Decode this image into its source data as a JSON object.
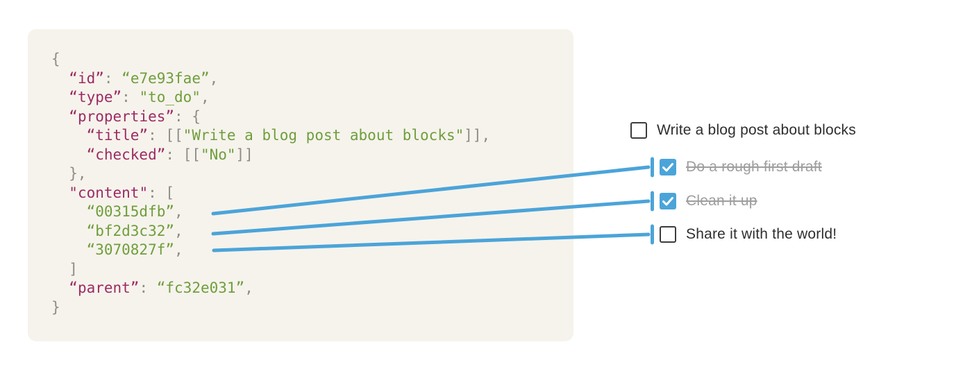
{
  "colors": {
    "page_bg": "#ffffff",
    "code_bg": "#f6f3ec",
    "code_key": "#9c2b63",
    "code_string": "#6f9e3c",
    "code_punctuation": "#8e8c87",
    "connector_blue": "#4ba4d9",
    "checkbox_border": "#3c3c3c",
    "todo_text": "#2e2e2e",
    "todo_struck_text": "#9e9e9e"
  },
  "code_block": {
    "language": "json",
    "lines": [
      [
        [
          "p",
          "{"
        ]
      ],
      [
        [
          "p",
          "  "
        ],
        [
          "k",
          "“id”"
        ],
        [
          "p",
          ": "
        ],
        [
          "s",
          "“e7e93fae”"
        ],
        [
          "p",
          ","
        ]
      ],
      [
        [
          "p",
          "  "
        ],
        [
          "k",
          "“type”"
        ],
        [
          "p",
          ": "
        ],
        [
          "s",
          "\"to_do\""
        ],
        [
          "p",
          ","
        ]
      ],
      [
        [
          "p",
          "  "
        ],
        [
          "k",
          "“properties”"
        ],
        [
          "p",
          ": {"
        ]
      ],
      [
        [
          "p",
          "    "
        ],
        [
          "k",
          "“title”"
        ],
        [
          "p",
          ": [["
        ],
        [
          "s",
          "\"Write a blog post about blocks\""
        ],
        [
          "p",
          "]],"
        ]
      ],
      [
        [
          "p",
          "    "
        ],
        [
          "k",
          "“checked”"
        ],
        [
          "p",
          ": [["
        ],
        [
          "s",
          "\"No\""
        ],
        [
          "p",
          "]]"
        ]
      ],
      [
        [
          "p",
          "  },"
        ]
      ],
      [
        [
          "p",
          "  "
        ],
        [
          "k",
          "\"content\""
        ],
        [
          "p",
          ": ["
        ]
      ],
      [
        [
          "p",
          "    "
        ],
        [
          "s",
          "“00315dfb”"
        ],
        [
          "p",
          ","
        ]
      ],
      [
        [
          "p",
          "    "
        ],
        [
          "s",
          "“bf2d3c32”"
        ],
        [
          "p",
          ","
        ]
      ],
      [
        [
          "p",
          "    "
        ],
        [
          "s",
          "“3070827f”"
        ],
        [
          "p",
          ","
        ]
      ],
      [
        [
          "p",
          "  ]"
        ]
      ],
      [
        [
          "p",
          "  "
        ],
        [
          "k",
          "“parent”"
        ],
        [
          "p",
          ": "
        ],
        [
          "s",
          "“fc32e031”"
        ],
        [
          "p",
          ","
        ]
      ],
      [
        [
          "p",
          "}"
        ]
      ]
    ]
  },
  "todo": {
    "items": [
      {
        "label": "Write a blog post about blocks",
        "checked": false,
        "struck": false,
        "indented": false
      },
      {
        "label": "Do a rough first draft",
        "checked": true,
        "struck": true,
        "indented": true
      },
      {
        "label": "Clean it up",
        "checked": true,
        "struck": true,
        "indented": true
      },
      {
        "label": "Share it with the world!",
        "checked": false,
        "struck": false,
        "indented": true
      }
    ]
  },
  "connectors": [
    {
      "from_id": "00315dfb",
      "to_label": "Do a rough first draft"
    },
    {
      "from_id": "bf2d3c32",
      "to_label": "Clean it up"
    },
    {
      "from_id": "3070827f",
      "to_label": "Share it with the world!"
    }
  ]
}
